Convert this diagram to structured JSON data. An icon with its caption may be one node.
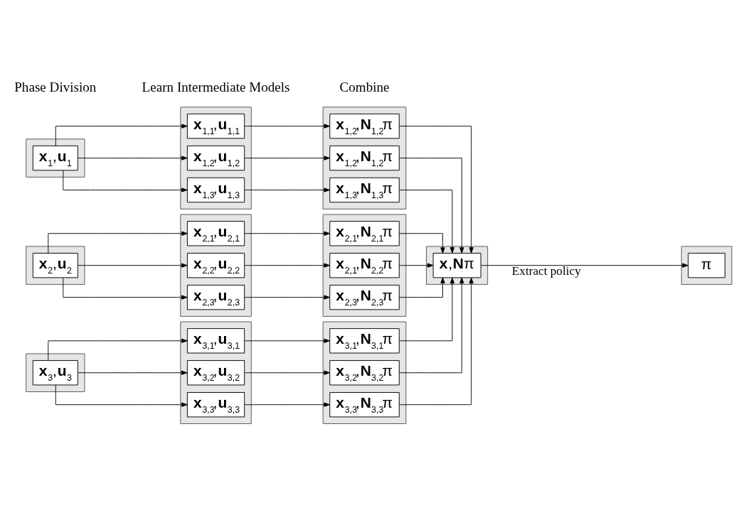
{
  "diagram": {
    "nodes": [
      {
        "text": [],
        "shape": "box"
      },
      {
        "text": [
          "**x**$_{1}$,**u**$_{1}$"
        ],
        "in": 0
      },
      {
        "text": [],
        "shape": "box"
      },
      {
        "text": [
          "**x**$_{1,1}$,**u**$_{1,1}$"
        ],
        "in": 2
      },
      {
        "text": [
          "**x**$_{1,2}$,**u**$_{1,2}$"
        ],
        "in": 2
      },
      {
        "text": [
          "**x**$_{1,3}$,**u**$_{1,3}$"
        ],
        "in": 2
      },
      {
        "text": [],
        "shape": "box"
      },
      {
        "text": [
          "**x**$_{1,2}$,**N**$_{1,2}$π"
        ],
        "in": 6
      },
      {
        "text": [
          "**x**$_{1,2}$,**N**$_{1,2}$π"
        ],
        "in": 6
      },
      {
        "text": [
          "**x**$_{1,3}$,**N**$_{1,3}$π"
        ],
        "in": 6
      },
      {
        "text": [],
        "shape": "box"
      },
      {
        "text": [
          "**x**$_{2}$,**u**$_{2}$"
        ],
        "in": 10
      },
      {
        "text": [],
        "shape": "box"
      },
      {
        "text": [
          "**x**$_{2,1}$,**u**$_{2,1}$"
        ],
        "in": 12
      },
      {
        "text": [
          "**x**$_{2,2}$,**u**$_{2,2}$"
        ],
        "in": 12
      },
      {
        "text": [
          "**x**$_{2,3}$,**u**$_{2,3}$"
        ],
        "in": 12
      },
      {
        "text": [],
        "shape": "box"
      },
      {
        "text": [
          "**x**$_{2,1}$,**N**$_{2,1}$π"
        ],
        "in": 16
      },
      {
        "text": [
          "**x**$_{2,1}$,**N**$_{2,2}$π"
        ],
        "in": 16
      },
      {
        "text": [
          "**x**$_{2,3}$,**N**$_{2,3}$π"
        ],
        "in": 16
      },
      {
        "text": [],
        "shape": "box"
      },
      {
        "text": [
          "**x**$_{3}$,**u**$_{3}$"
        ],
        "in": 20
      },
      {
        "text": [],
        "shape": "box"
      },
      {
        "text": [
          "**x**$_{3,1}$,**u**$_{3,1}$"
        ],
        "in": 22
      },
      {
        "text": [
          "**x**$_{3,2}$,**u**$_{3,2}$"
        ],
        "in": 22
      },
      {
        "text": [
          "**x**$_{3,3}$,**u**$_{3,3}$"
        ],
        "in": 22
      },
      {
        "text": [],
        "shape": "box"
      },
      {
        "text": [
          "**x**$_{3,1}$,**N**$_{3,1}$π"
        ],
        "in": 26
      },
      {
        "text": [
          "**x**$_{3,2}$,**N**$_{3,2}$π"
        ],
        "in": 26
      },
      {
        "text": [
          "**x**$_{3,3}$,**N**$_{3,3}$π"
        ],
        "in": 26
      },
      {
        "text": [],
        "shape": "box"
      },
      {
        "text": [
          "**x**,**N**π"
        ],
        "in": 30
      },
      {
        "text": [],
        "shape": "box"
      },
      {
        "text": [
          "π"
        ],
        "in": 32
      }
    ],
    "edges": [
      {
        "from": 1,
        "to": 3,
        "arrow": "to"
      },
      {
        "from": 1,
        "to": 4,
        "arrow": "to"
      },
      {
        "from": 1,
        "to": 5,
        "arrow": "to"
      },
      {
        "from": 3,
        "to": 7,
        "arrow": "to"
      },
      {
        "from": 4,
        "to": 8,
        "arrow": "to"
      },
      {
        "from": 5,
        "to": 9,
        "arrow": "to"
      },
      {
        "from": 11,
        "to": 13,
        "arrow": "to"
      },
      {
        "from": 11,
        "to": 14,
        "arrow": "to"
      },
      {
        "from": 11,
        "to": 15,
        "arrow": "to"
      },
      {
        "from": 13,
        "to": 17,
        "arrow": "to"
      },
      {
        "from": 14,
        "to": 18,
        "arrow": "to"
      },
      {
        "from": 15,
        "to": 19,
        "arrow": "to"
      },
      {
        "from": 21,
        "to": 23,
        "arrow": "to"
      },
      {
        "from": 21,
        "to": 24,
        "arrow": "to"
      },
      {
        "from": 21,
        "to": 25,
        "arrow": "to"
      },
      {
        "from": 23,
        "to": 27,
        "arrow": "to"
      },
      {
        "from": 24,
        "to": 28,
        "arrow": "to"
      },
      {
        "from": 25,
        "to": 29,
        "arrow": "to"
      },
      {
        "from": 7,
        "to": 31,
        "arrow": "to"
      },
      {
        "from": 8,
        "to": 31,
        "arrow": "to"
      },
      {
        "from": 9,
        "to": 31,
        "arrow": "to"
      },
      {
        "from": 17,
        "to": 31,
        "arrow": "to"
      },
      {
        "from": 18,
        "to": 31,
        "arrow": "to"
      },
      {
        "from": 19,
        "to": 31,
        "arrow": "to"
      },
      {
        "from": 27,
        "to": 31,
        "arrow": "to"
      },
      {
        "from": 28,
        "to": 31,
        "arrow": "to"
      },
      {
        "from": 29,
        "to": 31,
        "arrow": "to"
      },
      {
        "from": 31,
        "to": 33,
        "arrow": "to",
        "label": "Extract policy"
      }
    ],
    "labels": [
      "Phase Division",
      "Learn Intermediate Models",
      "Combine"
    ]
  }
}
